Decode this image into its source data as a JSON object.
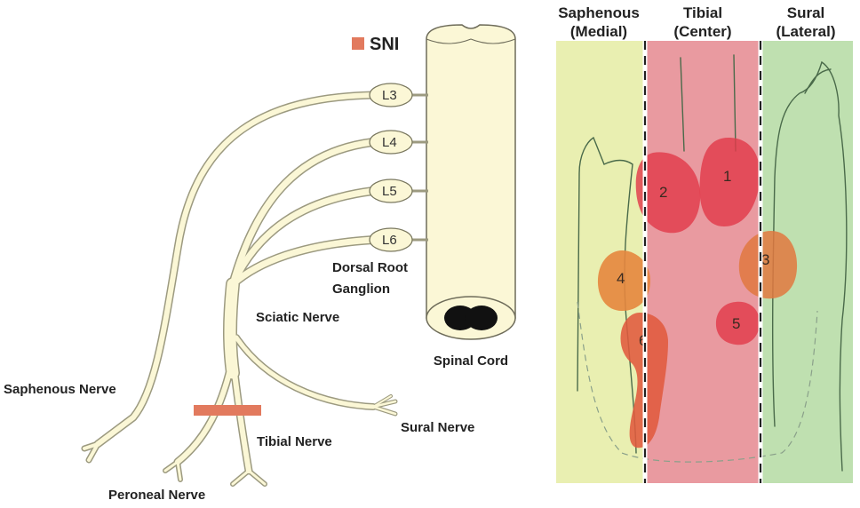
{
  "legend": {
    "label": "SNI",
    "color": "#e27a5e"
  },
  "spinal_cord": {
    "label": "Spinal Cord",
    "roots": [
      "L3",
      "L4",
      "L5",
      "L6"
    ],
    "ganglion_label": [
      "Dorsal Root",
      "Ganglion"
    ]
  },
  "nerves": {
    "sciatic": "Sciatic Nerve",
    "saphenous": "Saphenous Nerve",
    "tibial": "Tibial Nerve",
    "sural": "Sural Nerve",
    "peroneal": "Peroneal Nerve"
  },
  "territories": {
    "saphenous": [
      "Saphenous",
      "(Medial)"
    ],
    "tibial": [
      "Tibial",
      "(Center)"
    ],
    "sural": [
      "Sural",
      "(Lateral)"
    ]
  },
  "spots": [
    "1",
    "2",
    "3",
    "4",
    "5",
    "6"
  ],
  "colors": {
    "nerve_fill": "#fbf7d6",
    "nerve_outline": "#9c9a80",
    "medial_zone": "#e9efb1",
    "center_zone": "#e99aa0",
    "lateral_zone": "#bfe0b0",
    "spot_red": "#e23a4a",
    "spot_orange": "#e6863e"
  }
}
